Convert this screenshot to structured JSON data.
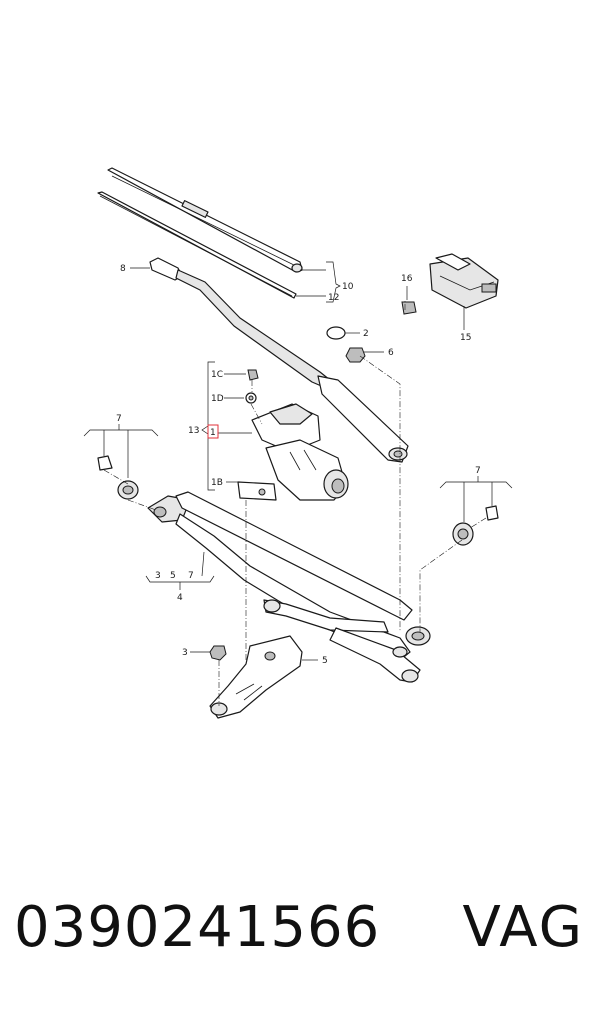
{
  "diagram": {
    "callouts": {
      "c8": "8",
      "c10": "10",
      "c12": "12",
      "c2": "2",
      "c6": "6",
      "c16": "16",
      "c15": "15",
      "c1c": "1C",
      "c1d": "1D",
      "c13": "13",
      "c1": "1",
      "c1b": "1B",
      "c7_left": "7",
      "c7_right": "7",
      "c4_sub3": "3",
      "c4_sub5": "5",
      "c4_sub7": "7",
      "c4": "4",
      "c3": "3",
      "c5": "5"
    },
    "highlight_color": "#e0303a"
  },
  "footer": {
    "part_number": "0390241566",
    "brand": "VAG"
  }
}
